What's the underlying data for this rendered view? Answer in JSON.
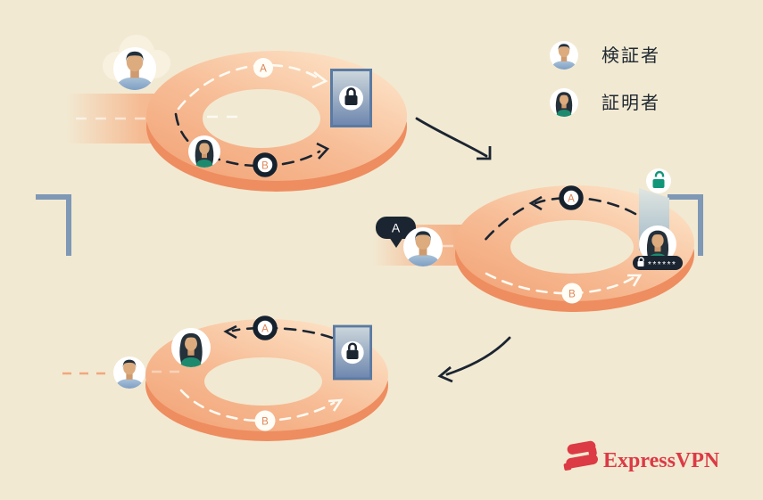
{
  "legend": {
    "items": [
      {
        "icon": "verifier-avatar",
        "label": "検証者"
      },
      {
        "icon": "prover-avatar",
        "label": "証明者"
      }
    ]
  },
  "markers": {
    "a": "A",
    "b": "B"
  },
  "speech": {
    "bubble_label": "A"
  },
  "password": {
    "mask": "******"
  },
  "logo": {
    "text": "ExpressVPN"
  },
  "colors": {
    "background": "#f2e9d2",
    "ring_light": "#fde5ca",
    "ring_dark": "#f2a073",
    "ring_rim": "#ee8d60",
    "navy": "#1b2531",
    "marker_orange": "#dd8656",
    "door_blue": "#5a7aa2",
    "green": "#12967a",
    "logo_red": "#dc3a45"
  }
}
